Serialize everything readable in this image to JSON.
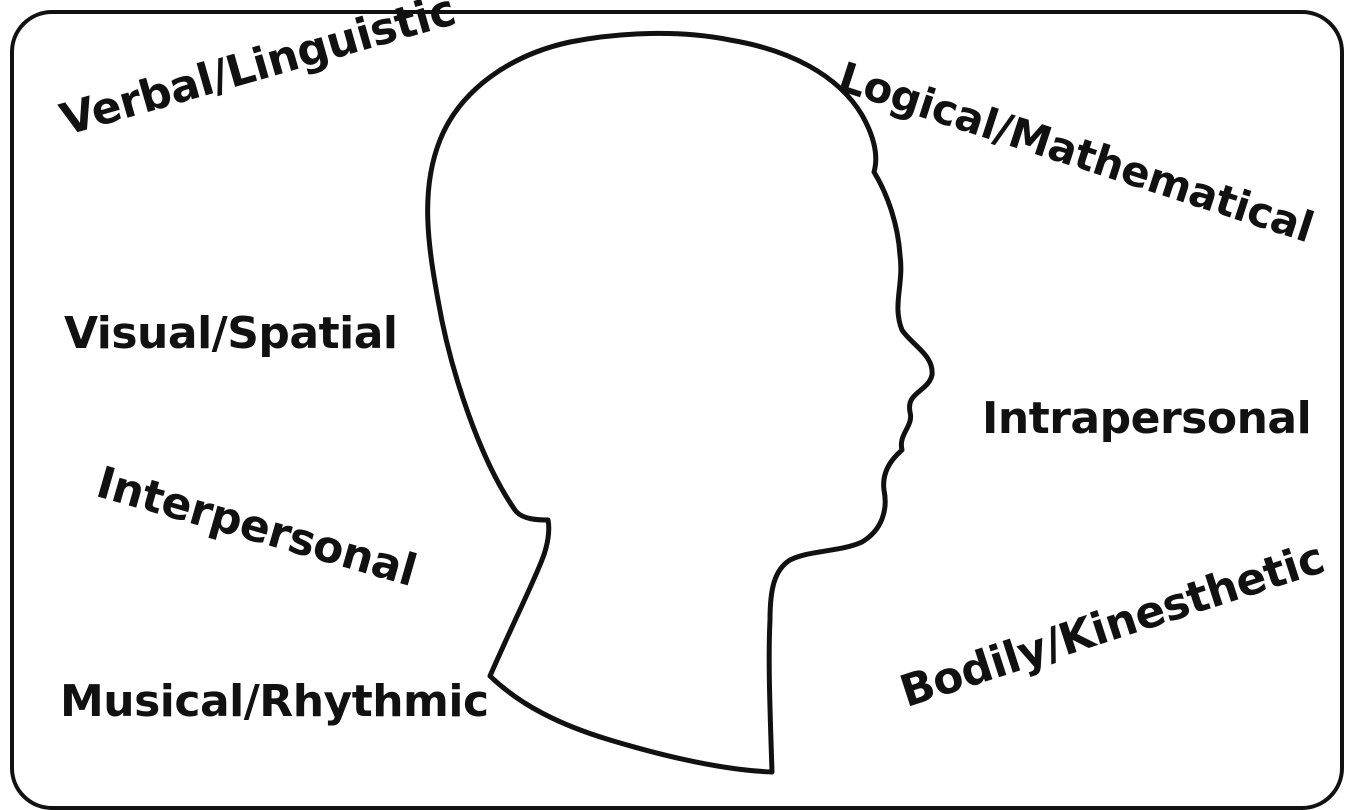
{
  "diagram": {
    "labels": {
      "verbal": "Verbal/Linguistic",
      "logical": "Logical/Mathematical",
      "visual": "Visual/Spatial",
      "intrapersonal": "Intrapersonal",
      "interpersonal": "Interpersonal",
      "musical": "Musical/Rhythmic",
      "bodily": "Bodily/Kinesthetic"
    },
    "colors": {
      "ink": "#111111",
      "background": "#ffffff"
    }
  }
}
